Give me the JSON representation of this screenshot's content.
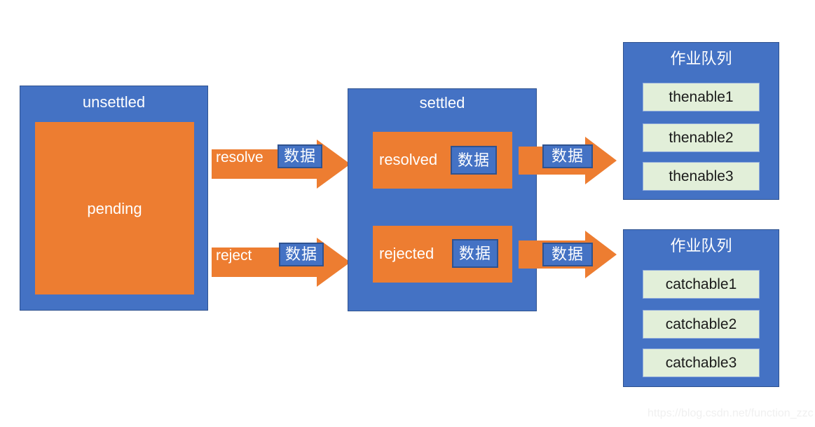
{
  "diagram": {
    "title_implicit": "Promise state flow",
    "colors": {
      "blue": "#4472C4",
      "blue_border": "#2F528F",
      "orange": "#ED7D31",
      "light_green": "#E2EFD9",
      "green_border": "#8FAADC",
      "white_text": "#FFFFFF",
      "dark_text": "#1A1A1A",
      "watermark": "#F0F0F0",
      "background": "#FFFFFF"
    },
    "unsettled": {
      "title": "unsettled",
      "inner_label": "pending"
    },
    "settled": {
      "title": "settled",
      "states": [
        {
          "label": "resolved",
          "chip": "数据"
        },
        {
          "label": "rejected",
          "chip": "数据"
        }
      ]
    },
    "transitions": [
      {
        "label": "resolve",
        "chip": "数据",
        "from": "pending",
        "to": "resolved"
      },
      {
        "label": "reject",
        "chip": "数据",
        "from": "pending",
        "to": "rejected"
      }
    ],
    "dispatch_arrows": [
      {
        "label": "",
        "chip": "数据",
        "from": "resolved",
        "to": "thenable-queue"
      },
      {
        "label": "",
        "chip": "数据",
        "from": "rejected",
        "to": "catchable-queue"
      }
    ],
    "queues": [
      {
        "title": "作业队列",
        "items": [
          "thenable1",
          "thenable2",
          "thenable3"
        ]
      },
      {
        "title": "作业队列",
        "items": [
          "catchable1",
          "catchable2",
          "catchable3"
        ]
      }
    ],
    "watermark": "https://blog.csdn.net/function_zzc"
  }
}
